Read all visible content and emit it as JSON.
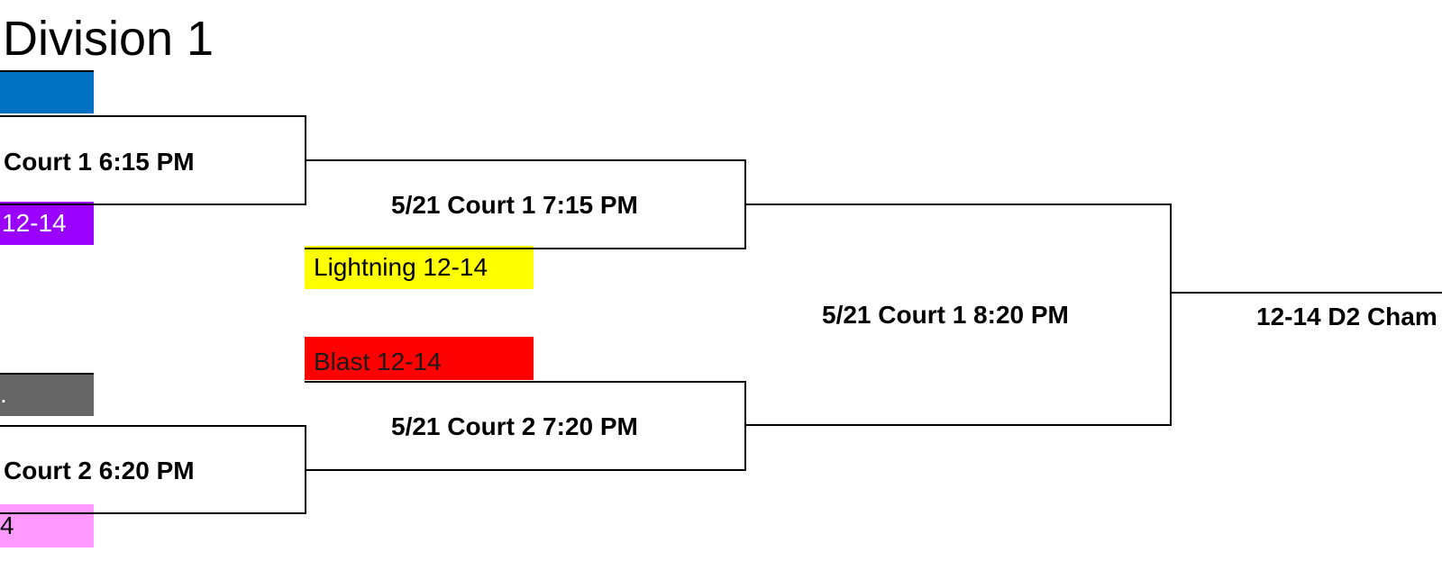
{
  "title": "Division 1",
  "teams": {
    "lightning": "Lightning 12-14",
    "blast": "Blast 12-14",
    "purple_team": "12-14",
    "pink_team": "4",
    "gray_team": "."
  },
  "games": {
    "r1_top": "Court 1 6:15 PM",
    "r1_bottom": "Court 2 6:20 PM",
    "semi_top": "5/21 Court 1 7:15 PM",
    "semi_bottom": "5/21 Court 2 7:20 PM",
    "final": "5/21 Court 1 8:20 PM",
    "champion": "12-14 D2 Cham"
  },
  "colors": {
    "blue": "#0070c0",
    "purple": "#9900ff",
    "gray": "#666666",
    "pink": "#ff99ff",
    "yellow": "#ffff00",
    "red": "#ff0000"
  }
}
